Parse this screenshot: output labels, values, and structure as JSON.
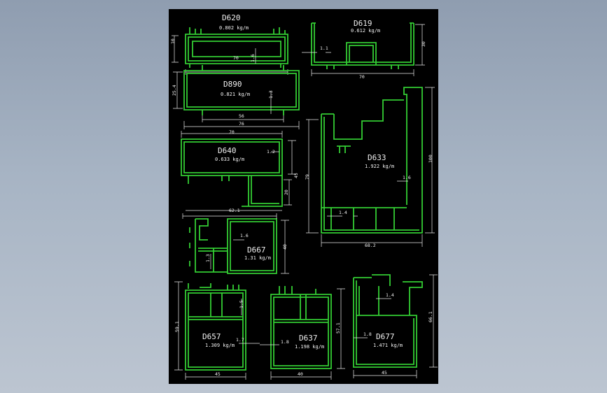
{
  "profiles": [
    {
      "name": "D620",
      "weight": "0.802 kg/m",
      "dims": [
        "10",
        "70",
        "1.6"
      ]
    },
    {
      "name": "D619",
      "weight": "0.612 kg/m",
      "dims": [
        "1.1",
        "70",
        "30"
      ]
    },
    {
      "name": "D890",
      "weight": "0.821 kg/m",
      "dims": [
        "25.4",
        "56",
        "76",
        "1.3"
      ]
    },
    {
      "name": "D640",
      "weight": "0.633 kg/m",
      "dims": [
        "70",
        "1.2",
        "45",
        "20",
        "62.1"
      ]
    },
    {
      "name": "D633",
      "weight": "1.922 kg/m",
      "dims": [
        "79",
        "100",
        "1.6",
        "1.4",
        "68.2"
      ]
    },
    {
      "name": "D667",
      "weight": "1.31 kg/m",
      "dims": [
        "1.6",
        "40",
        "1.3"
      ]
    },
    {
      "name": "D657",
      "weight": "1.309 kg/m",
      "dims": [
        "59.1",
        "1.5",
        "1.7",
        "45"
      ]
    },
    {
      "name": "D637",
      "weight": "1.198 kg/m",
      "dims": [
        "1.8",
        "57.1",
        "40"
      ]
    },
    {
      "name": "D677",
      "weight": "1.471 kg/m",
      "dims": [
        "1.4",
        "66.1",
        "1.8",
        "45"
      ]
    }
  ],
  "colors": {
    "background": "#000000",
    "profile": "#33cc33",
    "dimension": "#e8e8e8",
    "window": "#9aa8ba"
  }
}
